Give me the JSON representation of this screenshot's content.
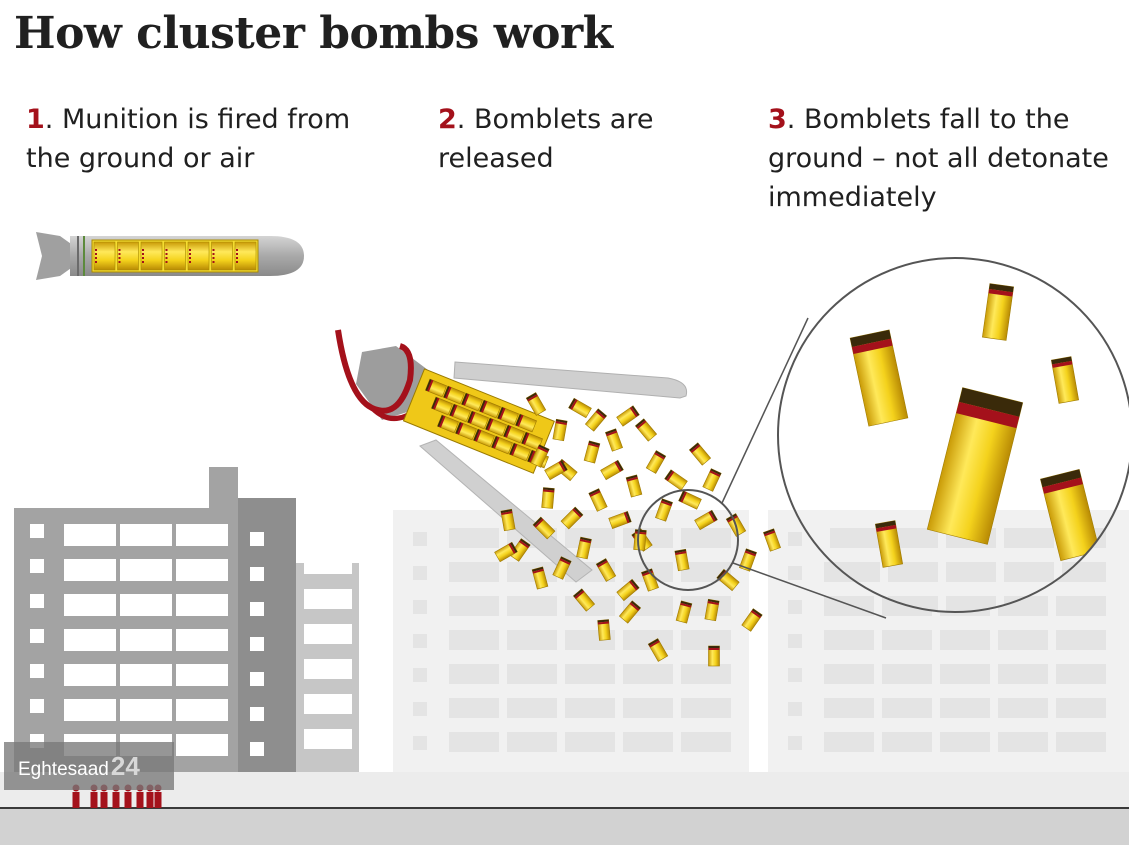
{
  "title": "How cluster bombs work",
  "steps": [
    {
      "number": "1",
      "text": ". Munition is fired from the ground or air"
    },
    {
      "number": "2",
      "text": ". Bomblets are released"
    },
    {
      "number": "3",
      "text": ". Bomblets fall to the ground – not all detonate immediately"
    }
  ],
  "watermark": {
    "brand": "Eghtesaad",
    "number": "24"
  },
  "colors": {
    "accent_red": "#a4111b",
    "bomblet_yellow": "#f2d21a",
    "casing_grey": "#a6a6a6",
    "building_grey": "#a3a3a3",
    "ghost_building": "#f0f0f0",
    "ground": "#d2d2d2"
  }
}
